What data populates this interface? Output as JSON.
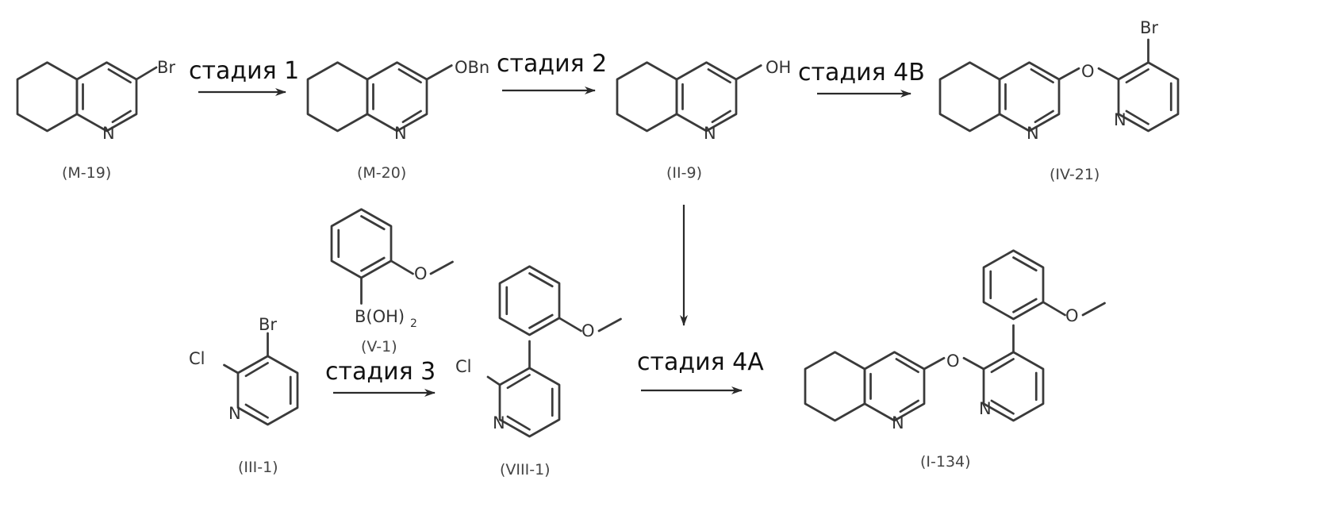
{
  "steps": {
    "s1": "стадия 1",
    "s2": "стадия 2",
    "s4b": "стадия 4B",
    "s3": "стадия 3",
    "s4a": "стадия 4A"
  },
  "compounds": {
    "m19": "(M-19)",
    "m20": "(M-20)",
    "ii9": "(II-9)",
    "iv21": "(IV-21)",
    "v1": "(V-1)",
    "iii1": "(III-1)",
    "viii1": "(VIII-1)",
    "i134": "(I-134)"
  },
  "atoms": {
    "br": "Br",
    "n": "N",
    "obn": "OBn",
    "oh": "OH",
    "o": "O",
    "cl": "Cl",
    "boh": "B(OH)",
    "two": "2"
  }
}
